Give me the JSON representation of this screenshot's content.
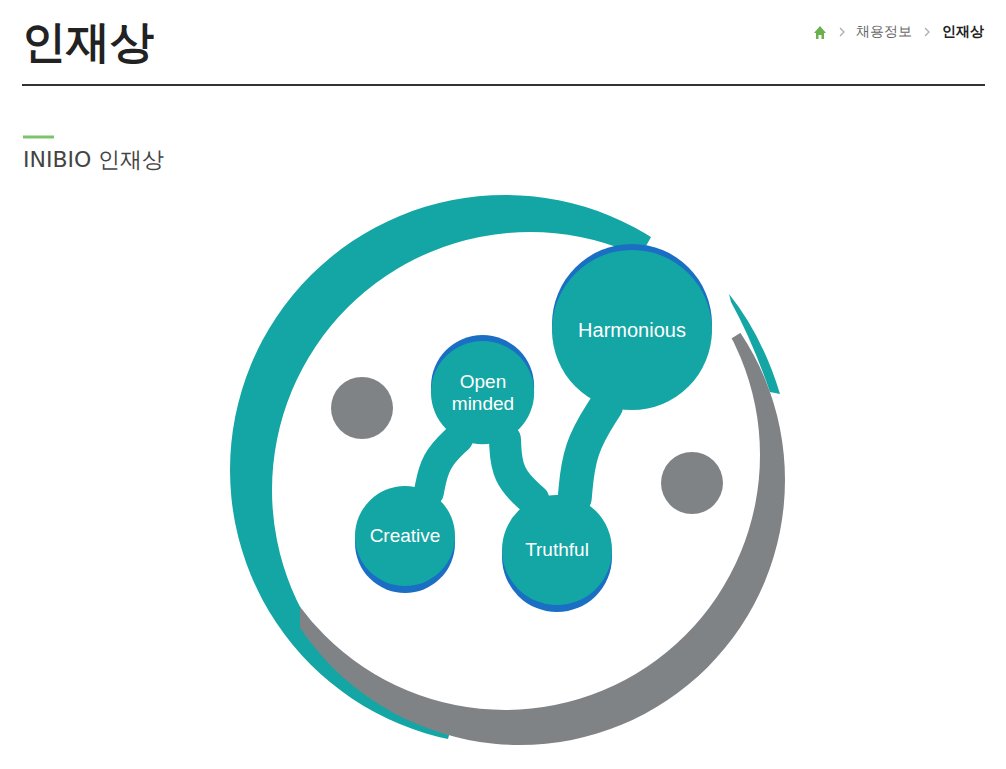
{
  "diagram": {
    "title": "인재상",
    "nodes": [
      {
        "text": [
          "Harmonious"
        ]
      },
      {
        "text": [
          "Open minded"
        ]
      },
      {
        "text": [
          "Creative"
        ]
      },
      {
        "text": [
          "Truthful"
        ]
      }
    ],
    "edges": [
      {
        "from": 2,
        "to": 1,
        "arrow": "none"
      },
      {
        "from": 1,
        "to": 3,
        "arrow": "none"
      },
      {
        "from": 3,
        "to": 0,
        "arrow": "none"
      }
    ],
    "labels": [
      "채용정보",
      "인재상",
      "INIBIO 인재상"
    ]
  }
}
